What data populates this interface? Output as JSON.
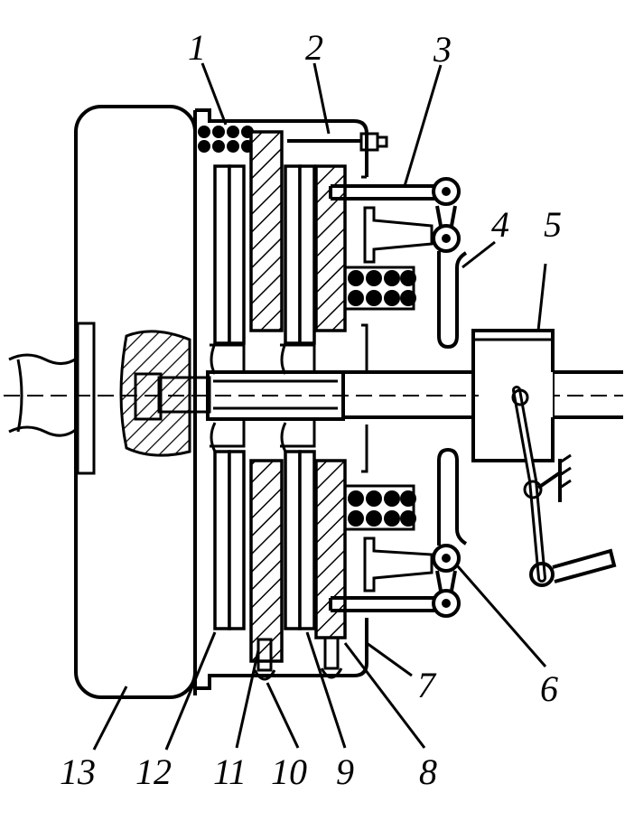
{
  "diagram": {
    "type": "mechanical-assembly-drawing",
    "subject": "twin-plate friction clutch cross-section",
    "callouts": [
      "1",
      "2",
      "3",
      "4",
      "5",
      "6",
      "7",
      "8",
      "9",
      "10",
      "11",
      "12",
      "13"
    ],
    "colors": {
      "ink": "#000000",
      "paper": "#ffffff"
    }
  }
}
